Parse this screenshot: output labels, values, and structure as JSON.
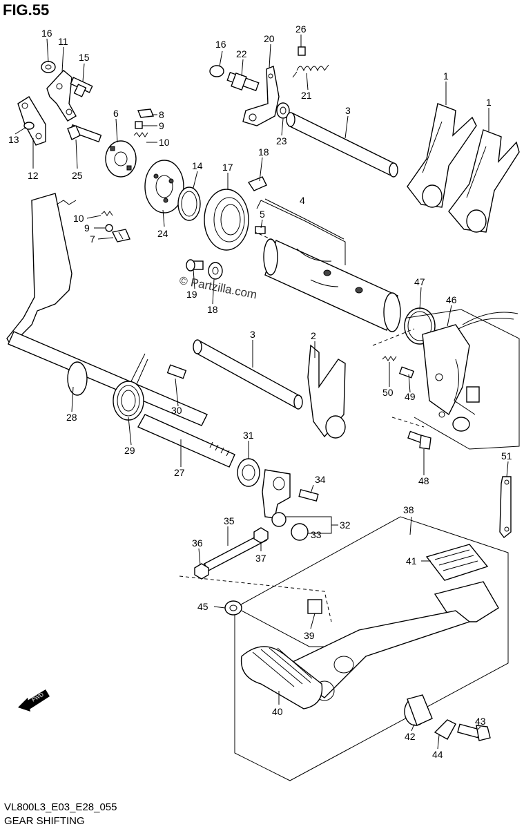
{
  "figure": {
    "title": "FIG.55",
    "code": "VL800L3_E03_E28_055",
    "name": "GEAR SHIFTING",
    "watermark": "Partzilla.com",
    "watermark_symbol": "©",
    "direction_mark": "FWD"
  },
  "callouts": [
    {
      "id": "c16a",
      "text": "16"
    },
    {
      "id": "c11",
      "text": "11"
    },
    {
      "id": "c15",
      "text": "15"
    },
    {
      "id": "c13",
      "text": "13"
    },
    {
      "id": "c12",
      "text": "12"
    },
    {
      "id": "c25",
      "text": "25"
    },
    {
      "id": "c6",
      "text": "6"
    },
    {
      "id": "c8",
      "text": "8"
    },
    {
      "id": "c9a",
      "text": "9"
    },
    {
      "id": "c10a",
      "text": "10"
    },
    {
      "id": "c10b",
      "text": "10"
    },
    {
      "id": "c9b",
      "text": "9"
    },
    {
      "id": "c7",
      "text": "7"
    },
    {
      "id": "c24",
      "text": "24"
    },
    {
      "id": "c14",
      "text": "14"
    },
    {
      "id": "c17",
      "text": "17"
    },
    {
      "id": "c18a",
      "text": "18"
    },
    {
      "id": "c16b",
      "text": "16"
    },
    {
      "id": "c22",
      "text": "22"
    },
    {
      "id": "c20",
      "text": "20"
    },
    {
      "id": "c26",
      "text": "26"
    },
    {
      "id": "c21",
      "text": "21"
    },
    {
      "id": "c23",
      "text": "23"
    },
    {
      "id": "c3a",
      "text": "3"
    },
    {
      "id": "c1a",
      "text": "1"
    },
    {
      "id": "c1b",
      "text": "1"
    },
    {
      "id": "c4",
      "text": "4"
    },
    {
      "id": "c5",
      "text": "5"
    },
    {
      "id": "c19",
      "text": "19"
    },
    {
      "id": "c18b",
      "text": "18"
    },
    {
      "id": "c47",
      "text": "47"
    },
    {
      "id": "c46",
      "text": "46"
    },
    {
      "id": "c3b",
      "text": "3"
    },
    {
      "id": "c2",
      "text": "2"
    },
    {
      "id": "c50",
      "text": "50"
    },
    {
      "id": "c49",
      "text": "49"
    },
    {
      "id": "c48",
      "text": "48"
    },
    {
      "id": "c51",
      "text": "51"
    },
    {
      "id": "c28",
      "text": "28"
    },
    {
      "id": "c29",
      "text": "29"
    },
    {
      "id": "c30",
      "text": "30"
    },
    {
      "id": "c27",
      "text": "27"
    },
    {
      "id": "c31",
      "text": "31"
    },
    {
      "id": "c34",
      "text": "34"
    },
    {
      "id": "c32",
      "text": "32"
    },
    {
      "id": "c33",
      "text": "33"
    },
    {
      "id": "c35",
      "text": "35"
    },
    {
      "id": "c36",
      "text": "36"
    },
    {
      "id": "c37",
      "text": "37"
    },
    {
      "id": "c38",
      "text": "38"
    },
    {
      "id": "c41",
      "text": "41"
    },
    {
      "id": "c45",
      "text": "45"
    },
    {
      "id": "c39",
      "text": "39"
    },
    {
      "id": "c40",
      "text": "40"
    },
    {
      "id": "c42",
      "text": "42"
    },
    {
      "id": "c43",
      "text": "43"
    },
    {
      "id": "c44",
      "text": "44"
    }
  ]
}
